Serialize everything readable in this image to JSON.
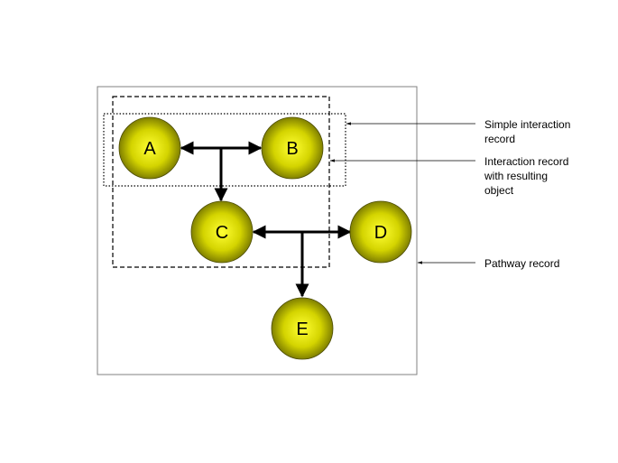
{
  "diagram": {
    "nodes": [
      {
        "id": "A",
        "label": "A"
      },
      {
        "id": "B",
        "label": "B"
      },
      {
        "id": "C",
        "label": "C"
      },
      {
        "id": "D",
        "label": "D"
      },
      {
        "id": "E",
        "label": "E"
      }
    ],
    "edges": [
      {
        "from": "A",
        "to": "B",
        "type": "bidirectional"
      },
      {
        "from": "A-B",
        "to": "C",
        "type": "directed"
      },
      {
        "from": "C",
        "to": "D",
        "type": "bidirectional"
      },
      {
        "from": "C-D",
        "to": "E",
        "type": "directed"
      }
    ],
    "annotations": {
      "simple": [
        "Simple interaction",
        "record"
      ],
      "resulting": [
        "Interaction record",
        "with resulting",
        "object"
      ],
      "pathway": [
        "Pathway record"
      ]
    },
    "colors": {
      "node_center": "#ffff33",
      "node_edge": "#6b6b00",
      "stroke": "#000000",
      "frame": "#808080"
    }
  }
}
